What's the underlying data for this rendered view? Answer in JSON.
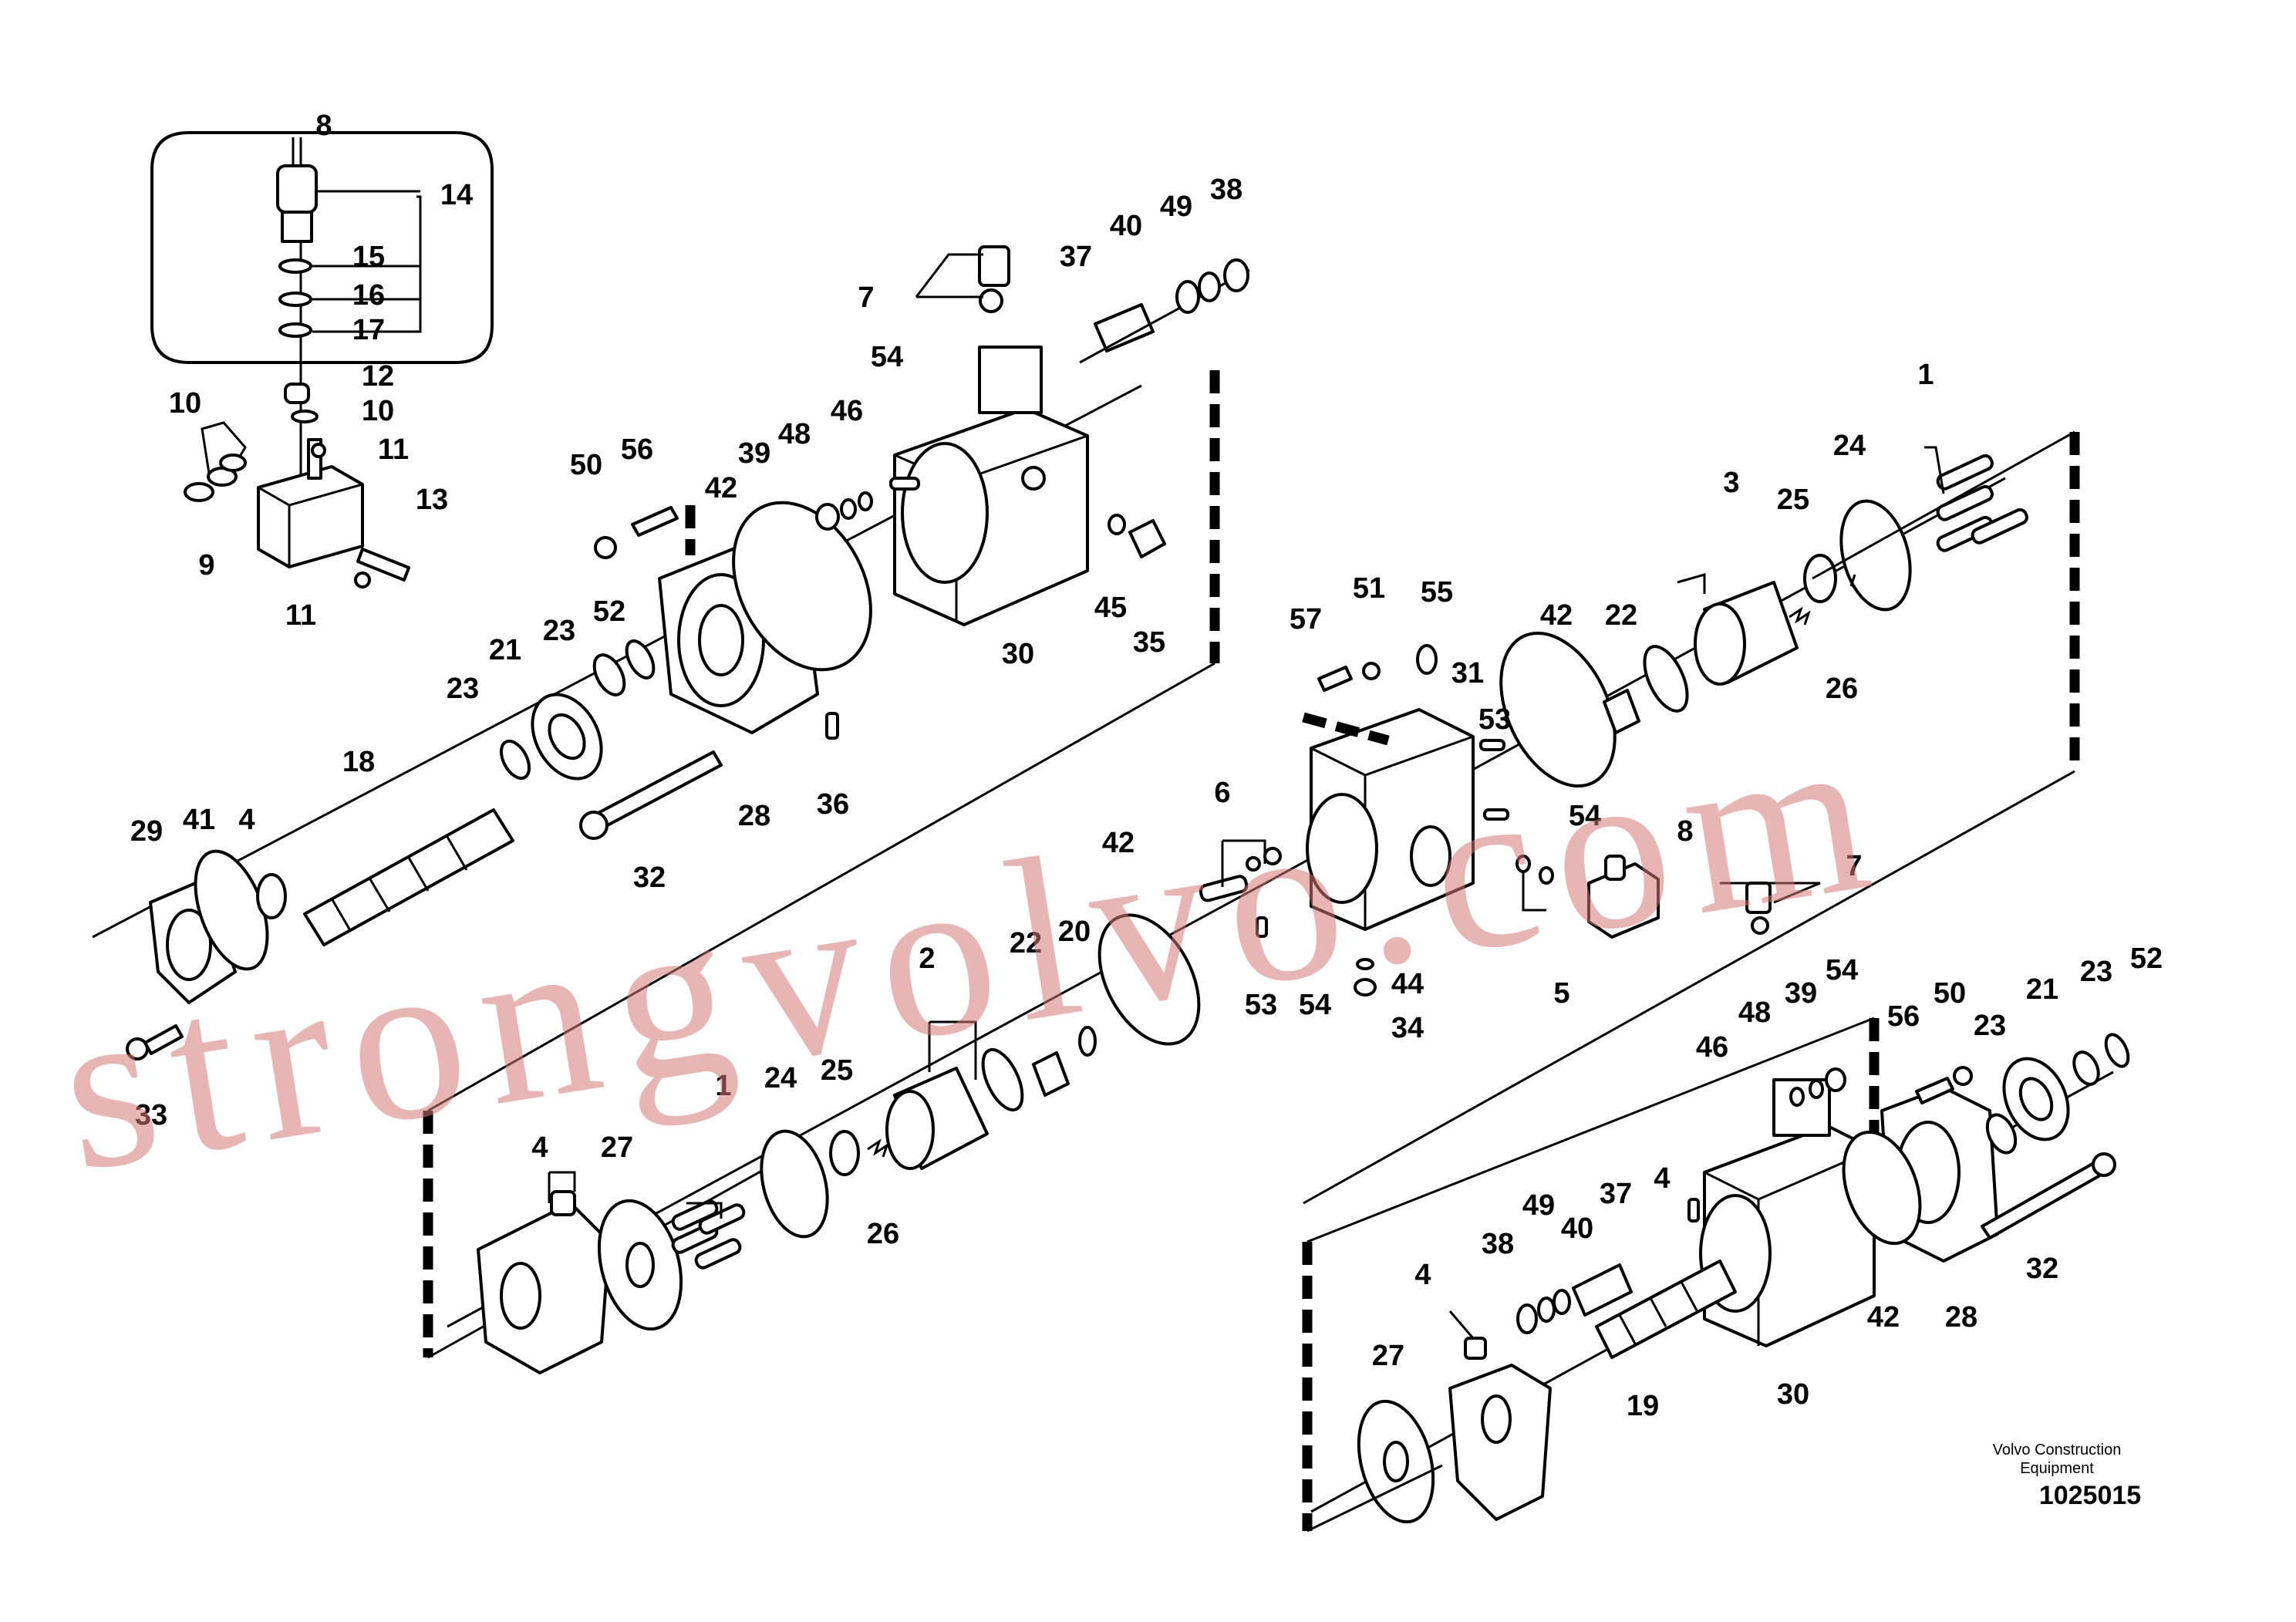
{
  "labels": {
    "l8a": "8",
    "l14": "14",
    "l15": "15",
    "l16": "16",
    "l17": "17",
    "l12": "12",
    "l10a": "10",
    "l10b": "10",
    "l11a": "11",
    "l11b": "11",
    "l13": "13",
    "l9": "9",
    "l7a": "7",
    "l37a": "37",
    "l40a": "40",
    "l49a": "49",
    "l38a": "38",
    "l54a": "54",
    "l48a": "48",
    "l46a": "46",
    "l39a": "39",
    "l50a": "50",
    "l56a": "56",
    "l42a": "42",
    "l45": "45",
    "l35": "35",
    "l30a": "30",
    "l52a": "52",
    "l23a": "23",
    "l21a": "21",
    "l23b": "23",
    "l18": "18",
    "l28a": "28",
    "l36": "36",
    "l32a": "32",
    "l29": "29",
    "l41": "41",
    "l41b": "4",
    "l33": "33",
    "l1a": "1",
    "l24a": "24",
    "l3": "3",
    "l25a": "25",
    "l26a": "26",
    "l57": "57",
    "l51": "51",
    "l55": "55",
    "l31": "31",
    "l42b": "42",
    "l22a": "22",
    "l53a": "53",
    "l54b": "54",
    "l6": "6",
    "l8b": "8",
    "l7b": "7",
    "l5": "5",
    "l42c": "42",
    "l20": "20",
    "l22b": "22",
    "l2": "2",
    "l53b": "53",
    "l54c": "54",
    "l44": "44",
    "l34": "34",
    "l4a": "4",
    "l27a": "27",
    "l1b": "1",
    "l24b": "24",
    "l25b": "25",
    "l26b": "26",
    "l39b": "39",
    "l54d": "54",
    "l48b": "48",
    "l46b": "46",
    "l56b": "56",
    "l50b": "50",
    "l23c": "23",
    "l21b": "21",
    "l23d": "23",
    "l52b": "52",
    "l49b": "49",
    "l40b": "40",
    "l37b": "37",
    "l38b": "38",
    "l4b": "4",
    "l41c": "4",
    "l42d": "42",
    "l28b": "28",
    "l32b": "32",
    "l27b": "27",
    "l19": "19",
    "l30b": "30"
  },
  "watermark": "strongvolvo.com",
  "caption": {
    "line1": "Volvo Construction",
    "line2": "Equipment",
    "code": "1025015"
  }
}
